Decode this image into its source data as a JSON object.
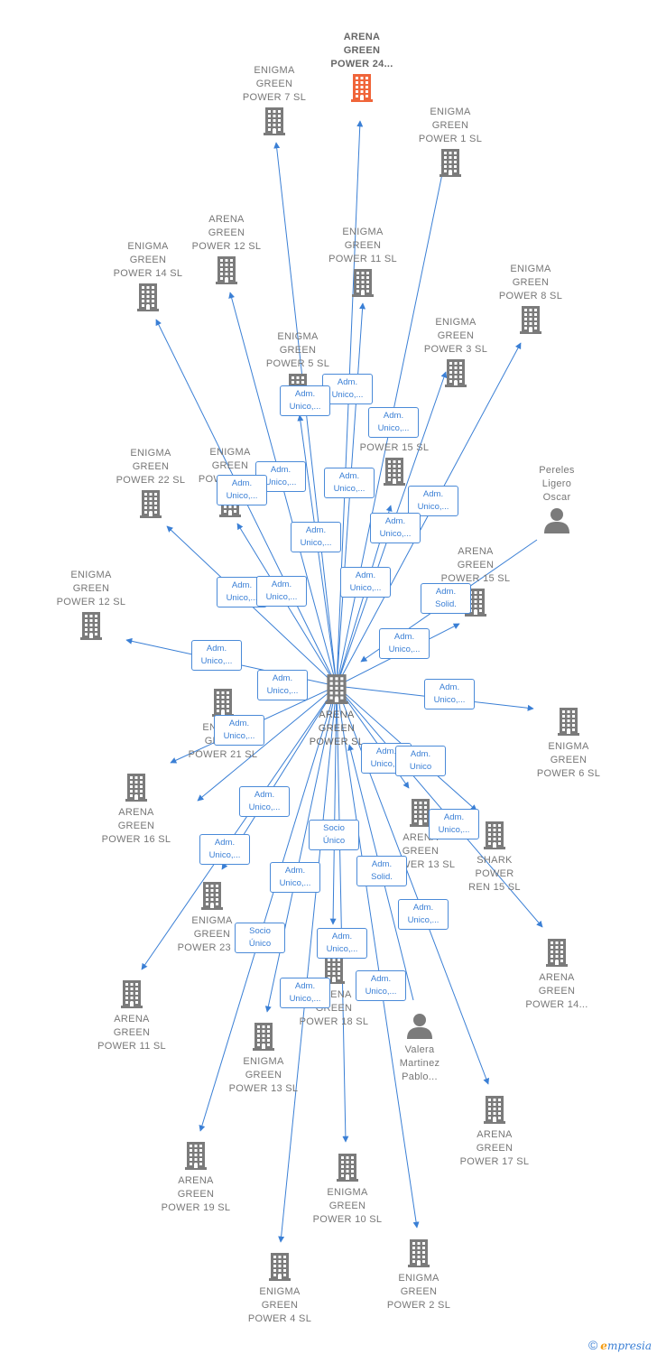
{
  "colors": {
    "edge": "#3a7fd5",
    "company": "#7b7b7b",
    "focus": "#f0653a",
    "person": "#7b7b7b"
  },
  "nodes": [
    {
      "id": "center",
      "label": "ARENA\nGREEN\nPOWER  SL",
      "kind": "company",
      "role": "center"
    },
    {
      "id": "ag24",
      "label": "ARENA\nGREEN\nPOWER 24...",
      "kind": "company",
      "role": "focus"
    },
    {
      "id": "eg7",
      "label": "ENIGMA\nGREEN\nPOWER 7  SL",
      "kind": "company"
    },
    {
      "id": "eg1",
      "label": "ENIGMA\nGREEN\nPOWER 1  SL",
      "kind": "company"
    },
    {
      "id": "ag12a",
      "label": "ARENA\nGREEN\nPOWER 12  SL",
      "kind": "company"
    },
    {
      "id": "eg11",
      "label": "ENIGMA\nGREEN\nPOWER 11  SL",
      "kind": "company"
    },
    {
      "id": "eg14",
      "label": "ENIGMA\nGREEN\nPOWER 14  SL",
      "kind": "company"
    },
    {
      "id": "eg8",
      "label": "ENIGMA\nGREEN\nPOWER 8  SL",
      "kind": "company"
    },
    {
      "id": "eg3",
      "label": "ENIGMA\nGREEN\nPOWER 3  SL",
      "kind": "company"
    },
    {
      "id": "eg5",
      "label": "ENIGMA\nGREEN\nPOWER 5  SL",
      "kind": "company"
    },
    {
      "id": "g15",
      "label": "GREEN\nPOWER 15  SL",
      "kind": "company"
    },
    {
      "id": "eg22",
      "label": "ENIGMA\nGREEN\nPOWER 22  SL",
      "kind": "company"
    },
    {
      "id": "egx",
      "label": "ENIGMA\nGREEN\nPOWER 9  SL",
      "kind": "company"
    },
    {
      "id": "pereles",
      "label": "Pereles\nLigero\nOscar",
      "kind": "person"
    },
    {
      "id": "ag15",
      "label": "ARENA\nGREEN\nPOWER 15  SL",
      "kind": "company"
    },
    {
      "id": "eg12",
      "label": "ENIGMA\nGREEN\nPOWER 12  SL",
      "kind": "company"
    },
    {
      "id": "eg6",
      "label": "ENIGMA\nGREEN\nPOWER 6  SL",
      "kind": "company"
    },
    {
      "id": "p21",
      "label": "ENIGMA\nGREEN\nPOWER 21  SL",
      "kind": "company"
    },
    {
      "id": "ag16",
      "label": "ARENA\nGREEN\nPOWER 16  SL",
      "kind": "company"
    },
    {
      "id": "ag13",
      "label": "ARENA\nGREEN\nPOWER 13  SL",
      "kind": "company"
    },
    {
      "id": "shark",
      "label": "SHARK\nPOWER\nREN 15  SL",
      "kind": "company"
    },
    {
      "id": "eg23",
      "label": "ENIGMA\nGREEN\nPOWER 23  SL",
      "kind": "company"
    },
    {
      "id": "ag14",
      "label": "ARENA\nGREEN\nPOWER 14...",
      "kind": "company"
    },
    {
      "id": "ag11",
      "label": "ARENA\nGREEN\nPOWER 11  SL",
      "kind": "company"
    },
    {
      "id": "ag18",
      "label": "ARENA\nGREEN\nPOWER 18  SL",
      "kind": "company"
    },
    {
      "id": "valera",
      "label": "Valera\nMartinez\nPablo...",
      "kind": "person"
    },
    {
      "id": "eg13",
      "label": "ENIGMA\nGREEN\nPOWER 13  SL",
      "kind": "company"
    },
    {
      "id": "ag17",
      "label": "ARENA\nGREEN\nPOWER 17  SL",
      "kind": "company"
    },
    {
      "id": "ag19",
      "label": "ARENA\nGREEN\nPOWER 19  SL",
      "kind": "company"
    },
    {
      "id": "eg10",
      "label": "ENIGMA\nGREEN\nPOWER 10  SL",
      "kind": "company"
    },
    {
      "id": "eg4",
      "label": "ENIGMA\nGREEN\nPOWER 4  SL",
      "kind": "company"
    },
    {
      "id": "eg2",
      "label": "ENIGMA\nGREEN\nPOWER 2  SL",
      "kind": "company"
    }
  ],
  "edges": [
    {
      "from": "center",
      "to": "ag24",
      "label": "Adm.\nUnico,..."
    },
    {
      "from": "center",
      "to": "eg7",
      "label": "Adm.\nUnico,..."
    },
    {
      "from": "center",
      "to": "eg1",
      "label": "Adm.\nUnico,..."
    },
    {
      "from": "center",
      "to": "ag12a",
      "label": "Adm.\nUnico,..."
    },
    {
      "from": "center",
      "to": "eg11",
      "label": "Adm.\nUnico,..."
    },
    {
      "from": "center",
      "to": "eg14",
      "label": "Adm.\nUnico,..."
    },
    {
      "from": "center",
      "to": "eg8",
      "label": "Adm.\nUnico,..."
    },
    {
      "from": "center",
      "to": "eg3",
      "label": "Adm.\nUnico,..."
    },
    {
      "from": "center",
      "to": "eg5",
      "label": "Adm.\nUnico,..."
    },
    {
      "from": "center",
      "to": "g15",
      "label": "Adm.\nUnico,..."
    },
    {
      "from": "center",
      "to": "eg22",
      "label": "Adm.\nUnico,..."
    },
    {
      "from": "center",
      "to": "egx",
      "label": "Adm.\nUnico,..."
    },
    {
      "from": "pereles",
      "to": "center",
      "label": "Adm.\nSolid."
    },
    {
      "from": "center",
      "to": "ag15",
      "label": "Adm.\nUnico,..."
    },
    {
      "from": "center",
      "to": "eg12",
      "label": "Adm.\nUnico,..."
    },
    {
      "from": "center",
      "to": "eg6",
      "label": "Adm.\nUnico,..."
    },
    {
      "from": "center",
      "to": "p21",
      "label": "Adm.\nUnico,..."
    },
    {
      "from": "center",
      "to": "ag16",
      "label": "Adm.\nUnico,..."
    },
    {
      "from": "center",
      "to": "ag13",
      "label": "Adm.\nUnico,..."
    },
    {
      "from": "center",
      "to": "shark",
      "label": "Adm.\nUnico"
    },
    {
      "from": "center",
      "to": "eg23",
      "label": "Adm.\nUnico,..."
    },
    {
      "from": "center",
      "to": "ag14",
      "label": "Adm.\nUnico,..."
    },
    {
      "from": "center",
      "to": "ag11",
      "label": "Adm.\nUnico,..."
    },
    {
      "from": "center",
      "to": "ag18",
      "label": "Socio\nÚnico"
    },
    {
      "from": "valera",
      "to": "center",
      "label": "Adm.\nSolid."
    },
    {
      "from": "center",
      "to": "eg13",
      "label": "Adm.\nUnico,..."
    },
    {
      "from": "center",
      "to": "ag17",
      "label": "Adm.\nUnico,..."
    },
    {
      "from": "center",
      "to": "ag19",
      "label": "Socio\nÚnico"
    },
    {
      "from": "center",
      "to": "eg10",
      "label": "Adm.\nUnico,..."
    },
    {
      "from": "center",
      "to": "eg4",
      "label": "Adm.\nUnico,..."
    },
    {
      "from": "center",
      "to": "eg2",
      "label": "Adm.\nUnico,..."
    }
  ],
  "footer": {
    "copyright": "©",
    "brand_e": "e",
    "brand_rest": "mpresia"
  }
}
